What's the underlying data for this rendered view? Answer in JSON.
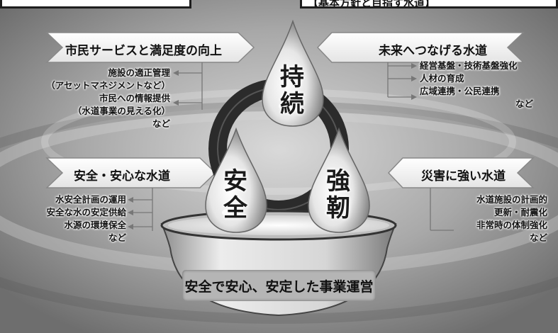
{
  "top_box_right": {
    "text": "【基本方針と目指す水道】"
  },
  "arrows": {
    "top_left": "市民サービスと満足度の向上",
    "top_right": "未来へつなげる水道",
    "mid_left": "安全・安心な水道",
    "mid_right": "災害に強い水道"
  },
  "lists": {
    "top_left": [
      "施設の適正管理",
      "（アセットマネジメントなど）",
      "市民への情報提供",
      "（水道事業の見える化）",
      "など"
    ],
    "top_right": [
      "経営基盤・技術基盤強化",
      "人材の育成",
      "広域連携・公民連携",
      "など"
    ],
    "bottom_left": [
      "水安全計画の運用",
      "安全な水の安定供給",
      "水源の環境保全",
      "など"
    ],
    "bottom_right": [
      "水道施設の計画的",
      "更新・耐震化",
      "非常時の体制強化",
      "など"
    ]
  },
  "drops": {
    "top": [
      "持",
      "続"
    ],
    "left": [
      "安",
      "全"
    ],
    "right": [
      "強",
      "靭"
    ]
  },
  "basin": {
    "label": "安全で安心、安定した事業運営"
  }
}
